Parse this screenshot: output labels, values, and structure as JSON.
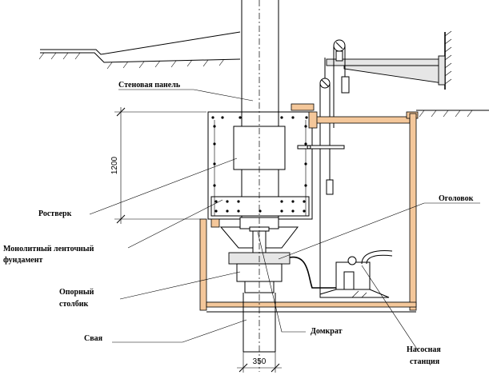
{
  "labels": {
    "wall_panel": "Стеновая панель",
    "grillage": "Ростверк",
    "strip_foundation_line1": "Монолитный ленточный",
    "strip_foundation_line2": "фундамент",
    "support_post_line1": "Опорный",
    "support_post_line2": "столбик",
    "pile": "Свая",
    "jack": "Домкрат",
    "pump_line1": "Насосная",
    "pump_line2": "станция",
    "pile_cap": "Оголовок"
  },
  "dimensions": {
    "height": "1200",
    "width": "350"
  }
}
